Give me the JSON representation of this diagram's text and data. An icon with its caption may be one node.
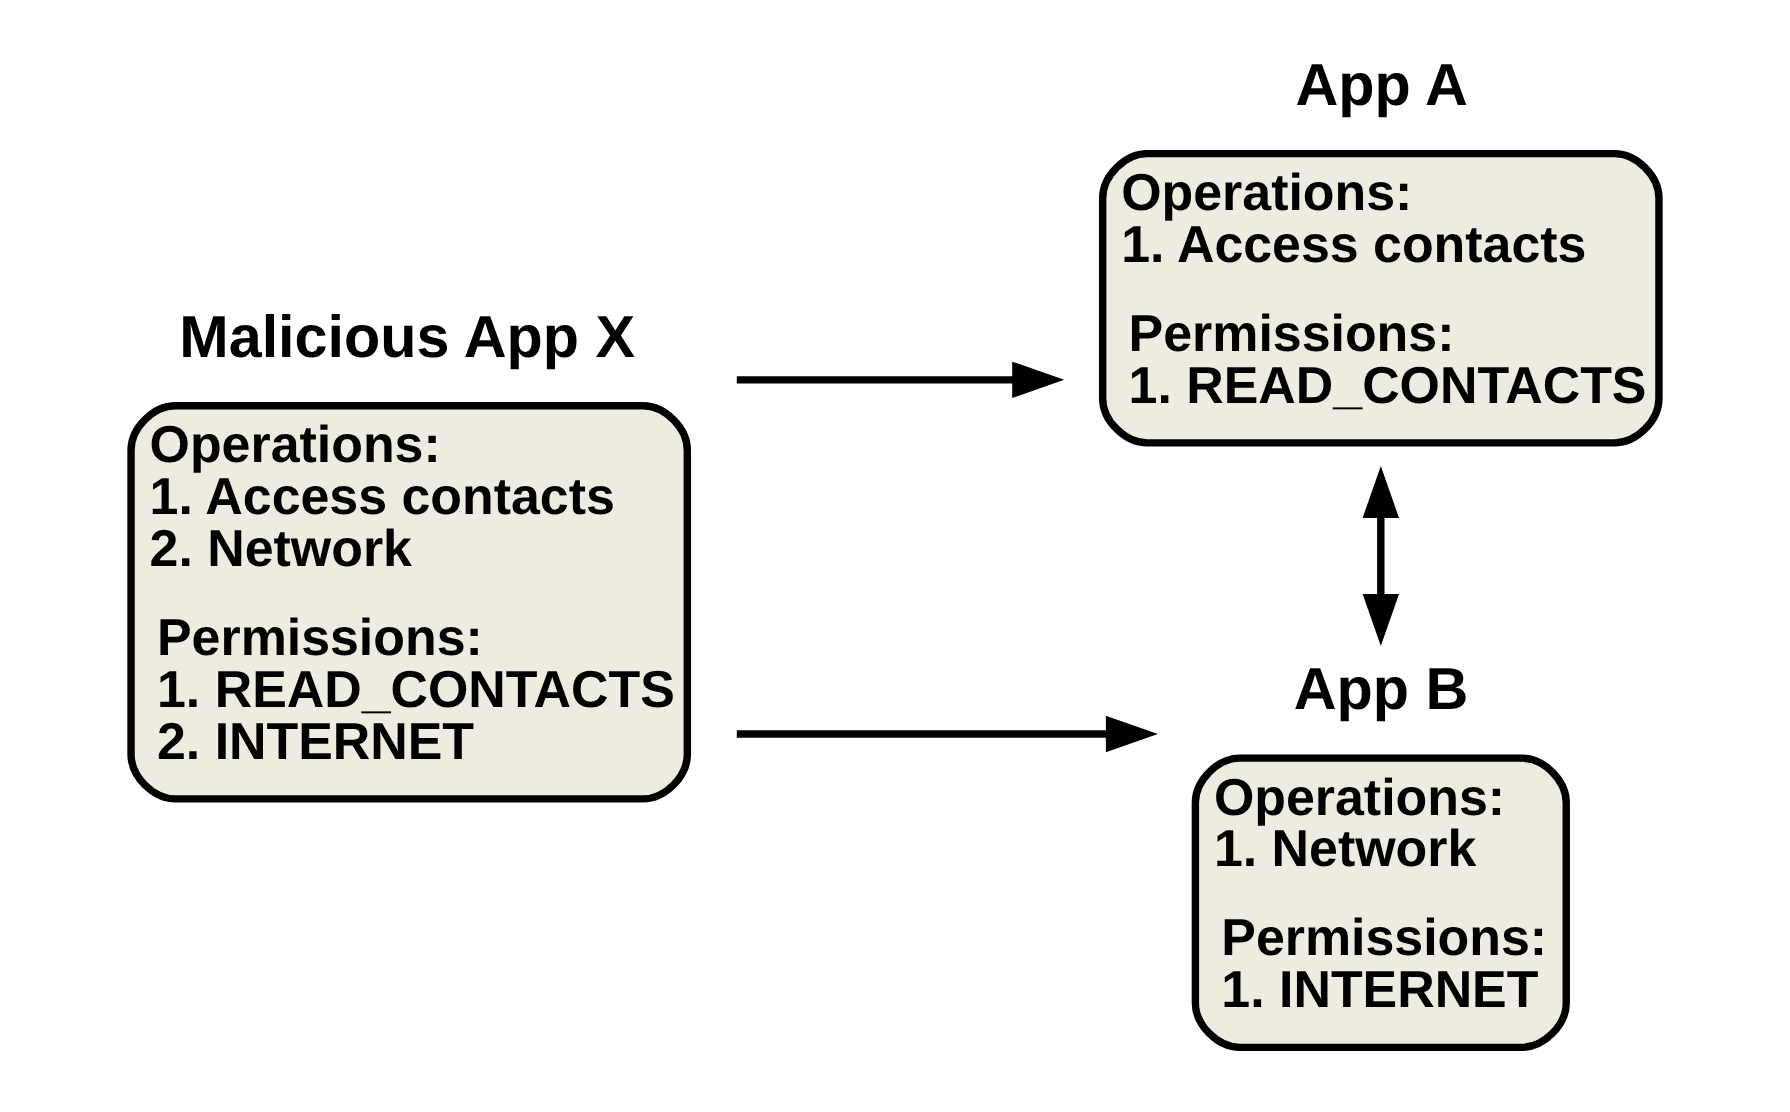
{
  "diagram": {
    "nodes": [
      {
        "text": [
          "Malicious App X",
          "Operations: 1. Access contacts 2. Network",
          "Permissions: 1. READ_CONTACTS 2. INTERNET"
        ]
      },
      {
        "text": [
          "App A",
          "Operations: 1. Access contacts",
          "Permissions: 1. READ_CONTACTS"
        ]
      },
      {
        "text": [
          "App B",
          "Operations: 1. Network",
          "Permissions: 1. INTERNET"
        ]
      }
    ],
    "edges": [
      {
        "from": 0,
        "to": 1,
        "arrow": "to"
      },
      {
        "from": 0,
        "to": 2,
        "arrow": "to"
      },
      {
        "from": 1,
        "to": 2,
        "arrow": "both"
      }
    ]
  }
}
